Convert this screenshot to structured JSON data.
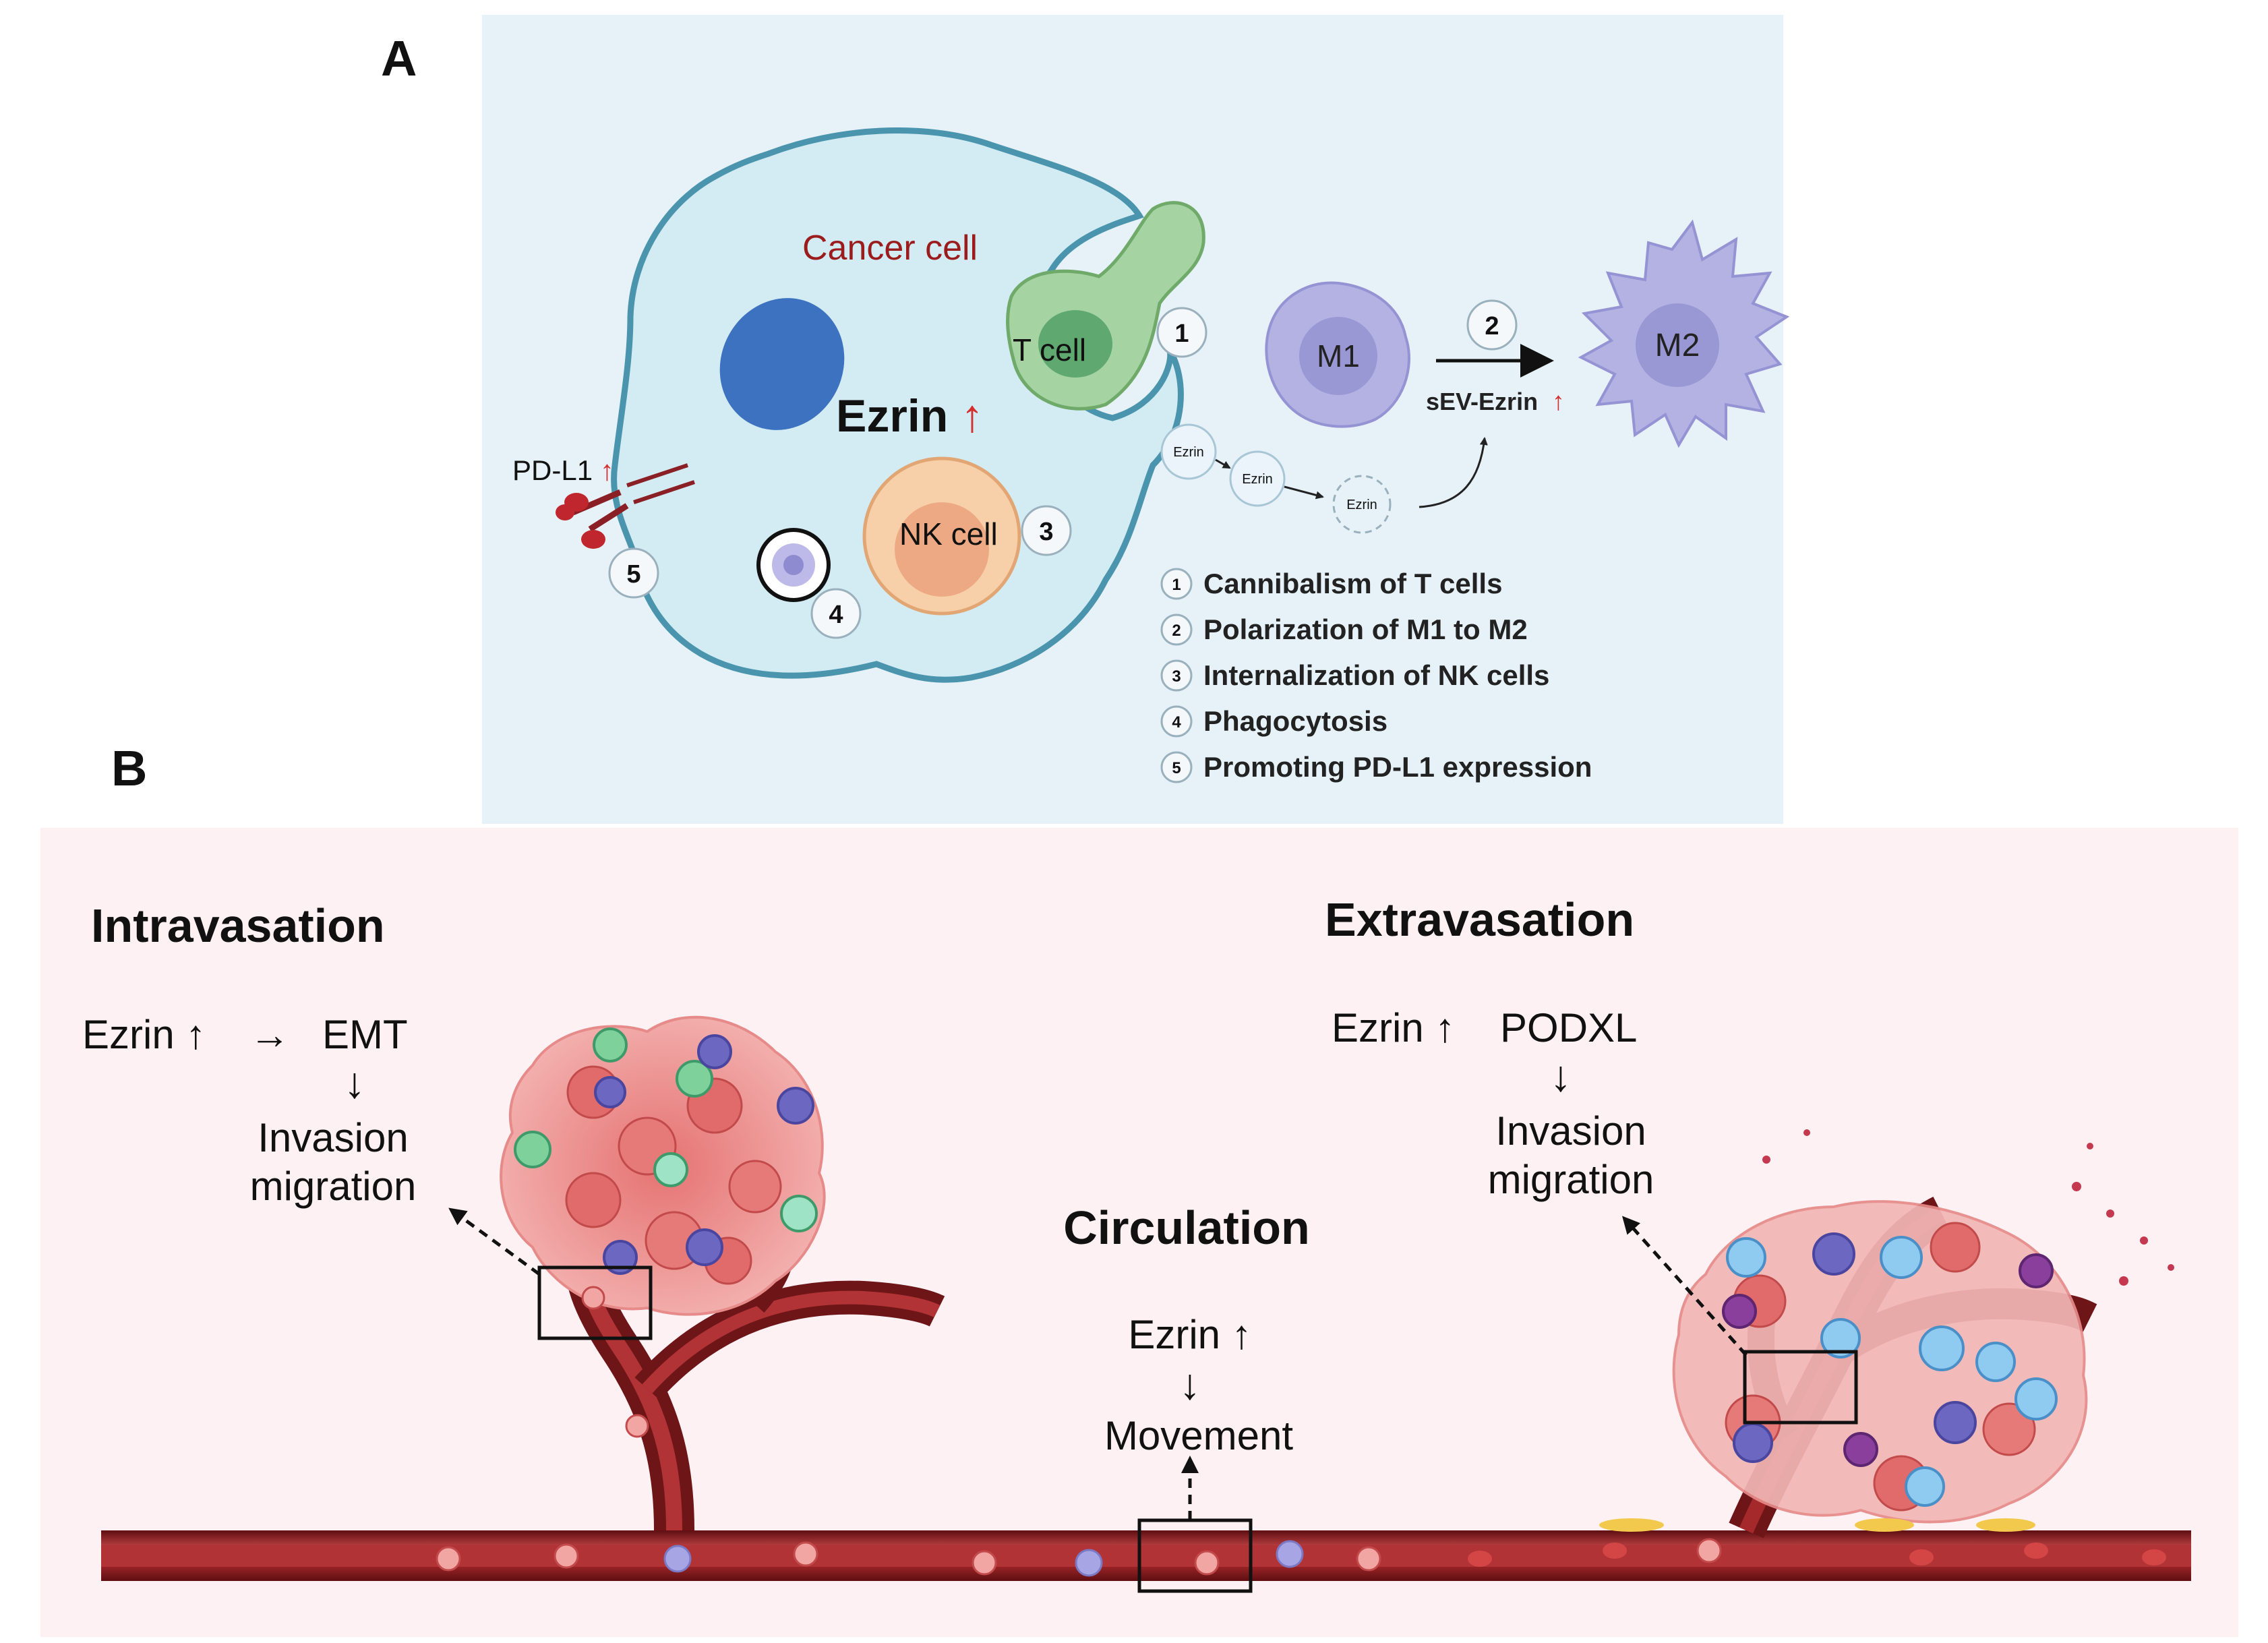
{
  "panel_a": {
    "label": "A",
    "cancer_cell": "Cancer cell",
    "ezrin": "Ezrin",
    "up_arrow": "↑",
    "t_cell": "T cell",
    "nk_cell": "NK cell",
    "m1": "M1",
    "m2": "M2",
    "sev_ezrin": "sEV-Ezrin",
    "pdl1": "PD-L1",
    "vesicle_label": "Ezrin",
    "markers": [
      "1",
      "2",
      "3",
      "4",
      "5"
    ],
    "legend": [
      {
        "num": "1",
        "text": "Cannibalism of T cells"
      },
      {
        "num": "2",
        "text": "Polarization of M1 to M2"
      },
      {
        "num": "3",
        "text": "Internalization of NK cells"
      },
      {
        "num": "4",
        "text": "Phagocytosis"
      },
      {
        "num": "5",
        "text": "Promoting PD-L1 expression"
      }
    ],
    "colors": {
      "background": "#e6f2f8",
      "cell_fill": "#d3ecf4",
      "cell_border": "#4a94ad",
      "nucleus": "#3d72c0",
      "red_arrow": "#d32f2f",
      "macrophage": "#b4b2e2"
    }
  },
  "panel_b": {
    "label": "B",
    "intravasation": {
      "title": "Intravasation",
      "line1_a": "Ezrin ↑",
      "line1_arrow": "→",
      "line1_b": "EMT",
      "down": "↓",
      "line2": "Invasion",
      "line3": "migration"
    },
    "extravasation": {
      "title": "Extravasation",
      "line1_a": "Ezrin ↑",
      "line1_b": "PODXL",
      "down": "↓",
      "line2": "Invasion",
      "line3": "migration"
    },
    "circulation": {
      "title": "Circulation",
      "line1": "Ezrin ↑",
      "down": "↓",
      "line2": "Movement"
    },
    "colors": {
      "background": "#fdf1f3",
      "vessel": "#7d1a1d",
      "vessel_light": "#c24446",
      "tumor": "#ec8e8c",
      "blood_cell": "#f2a6a4",
      "immune_cell": "#a7a5e3"
    }
  }
}
